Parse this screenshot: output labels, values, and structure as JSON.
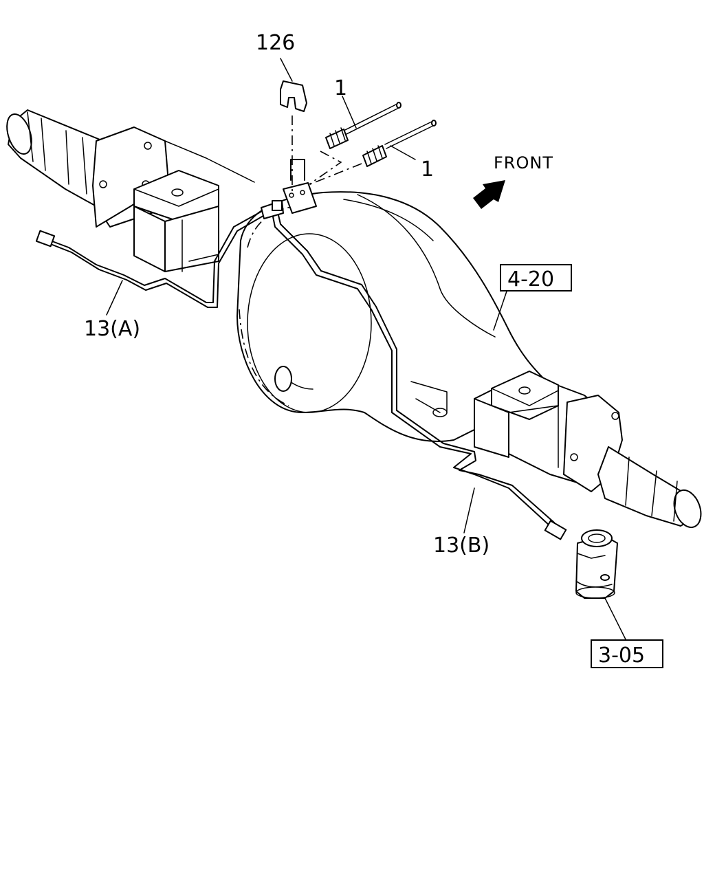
{
  "diagram": {
    "callouts": {
      "clip": "126",
      "hose_upper": "1",
      "hose_lower": "1",
      "front": "FRONT",
      "axle_ref": "4-20",
      "pipe_a": "13(A)",
      "pipe_b": "13(B)",
      "cylinder_ref": "3-05"
    },
    "icons": {
      "front_arrow": "arrow-northeast-icon"
    }
  }
}
